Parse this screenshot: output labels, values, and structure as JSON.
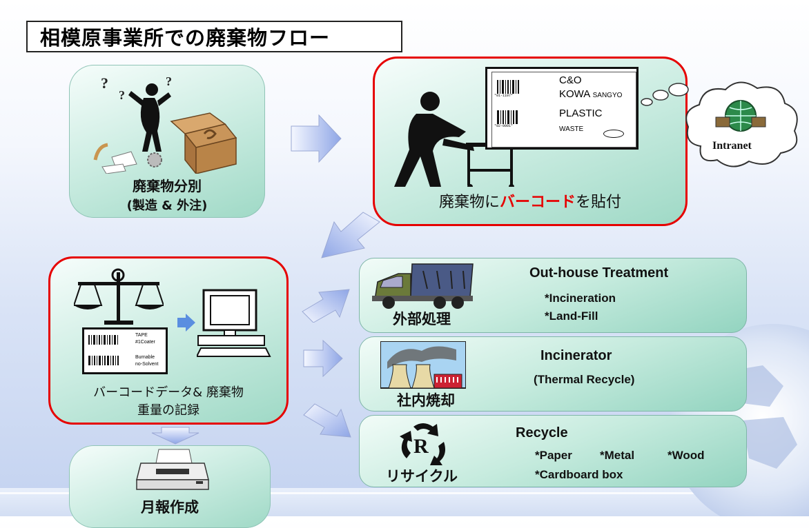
{
  "title": "相模原事業所での廃棄物フロー",
  "sort_panel": {
    "line1": "廃棄物分別",
    "line2": "(製造 & 外注)"
  },
  "barcode_panel": {
    "label_prefix": "廃棄物に",
    "label_highlight": "バーコード",
    "label_suffix": "を貼付",
    "label_code1": "*01-1107*",
    "label_company_line1": "C&O",
    "label_company_line2": "KOWA",
    "label_company_small": "SANGYO",
    "label_code2": "*02-0001*",
    "label_item_line1": "PLASTIC",
    "label_item_line2": "WASTE"
  },
  "intranet": {
    "label": "Intranet"
  },
  "record_panel": {
    "line1": "バーコードデータ& 廃棄物",
    "line2": "重量の記録",
    "tag_line1": "TAPE",
    "tag_line2": "#1Coater",
    "tag_line3": "Burnable",
    "tag_line4": "no-Solvent"
  },
  "report_panel": {
    "label": "月報作成"
  },
  "outhouse": {
    "jp": "外部処理",
    "heading": "Out-house Treatment",
    "item1": "*Incineration",
    "item2": "*Land-Fill"
  },
  "incinerator": {
    "jp": "社内焼却",
    "heading": "Incinerator",
    "sub": "(Thermal Recycle)"
  },
  "recycle": {
    "jp": "リサイクル",
    "heading": "Recycle",
    "item1": "*Paper",
    "item2": "*Metal",
    "item3": "*Wood",
    "item4": "*Cardboard box",
    "symbol": "R"
  },
  "colors": {
    "accent_red": "#e60000",
    "panel_green": "#bfe8da",
    "arrow_blue": "#9fb4ea"
  }
}
